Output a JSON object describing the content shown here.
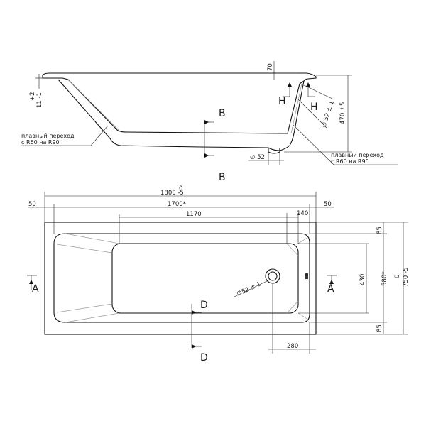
{
  "side_view": {
    "dim_70": "70",
    "dim_470": "470 ±5",
    "dim_52_pm": "∅ 52 ± 1",
    "dim_52": "∅ 52",
    "tol_plus": "+2",
    "tol_minus": "11 -1",
    "left_note_1": "плавный переход",
    "left_note_2": "с R60 на R90",
    "right_note_1": "плавный переход",
    "right_note_2": "с R60 на R90",
    "section_B_upper": "B",
    "section_B_lower": "B",
    "section_H_left": "H",
    "section_H_right": "H"
  },
  "top_view": {
    "dim_zero_top": "0",
    "dim_length": "1800 -5",
    "dim_50_left": "50",
    "dim_50_right": "50",
    "dim_1700": "1700*",
    "dim_1170": "1170",
    "dim_140": "140",
    "dim_85_top": "85",
    "dim_85_bottom": "85",
    "dim_430": "430",
    "dim_580": "580*",
    "dim_zero_side": "0",
    "dim_width": "750 -5",
    "dim_52_drain": "∅52 ± 1",
    "dim_280": "280",
    "section_A_left": "A",
    "section_A_right": "A",
    "section_D_upper": "D",
    "section_D_lower": "D"
  }
}
